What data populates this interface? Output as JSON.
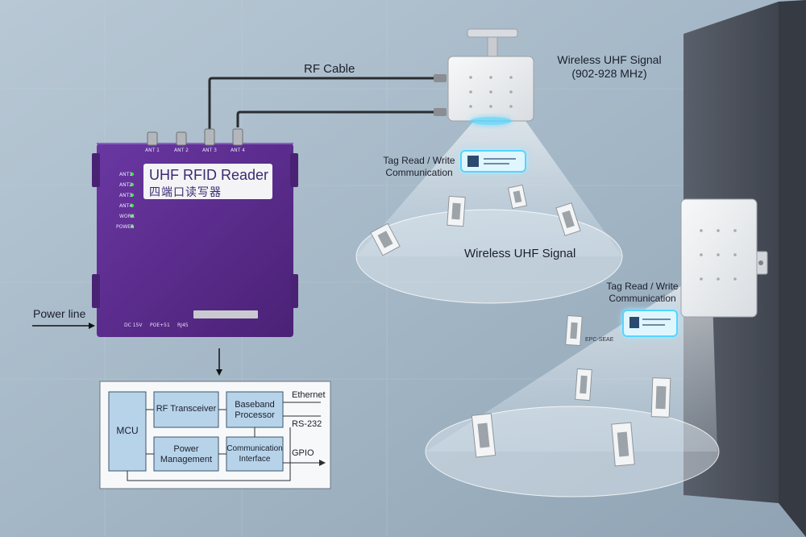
{
  "labels": {
    "rf_cable": "RF Cable",
    "wireless_title_1": "Wireless UHF Signal",
    "wireless_title_2": "(902-928 MHz)",
    "tag_rw_1_line1": "Tag Read / Write",
    "tag_rw_1_line2": "Communication",
    "wireless_mid": "Wireless UHF Signal",
    "tag_rw_2_line1": "Tag Read / Write",
    "tag_rw_2_line2": "Communication",
    "power_line": "Power line",
    "epc_label": "EPC-SEAE"
  },
  "reader": {
    "title_en": "UHF RFID Reader",
    "title_cn": "四端口读写器",
    "ports": [
      "ANT 1",
      "ANT 2",
      "ANT 3",
      "ANT 4"
    ],
    "leds": [
      "ANT1",
      "ANT2",
      "ANT3",
      "ANT4",
      "WORK",
      "POWER"
    ],
    "bottom_ports": [
      "DC 15V",
      "POE+51",
      "RJ45"
    ],
    "body_color": "#5b2d8e",
    "led_color": "#3ddc4a"
  },
  "block_diagram": {
    "mcu": "MCU",
    "rf_transceiver": "RF Transceiver",
    "baseband_line1": "Baseband",
    "baseband_line2": "Processor",
    "power_line1": "Power",
    "power_line2": "Management",
    "comm_line1": "Communication",
    "comm_line2": "Interface",
    "io": [
      "Ethernet",
      "RS-232",
      "GPIO"
    ]
  },
  "colors": {
    "background": "#a9bccb",
    "beam": "#dde9f3",
    "glow": "#52d6ff",
    "wall": "#4f5561"
  }
}
